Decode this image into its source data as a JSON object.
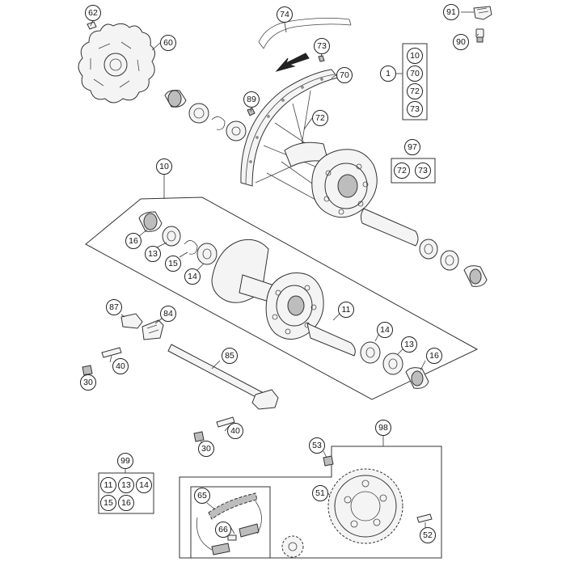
{
  "callouts": [
    {
      "id": "c62",
      "label": "62"
    },
    {
      "id": "c60",
      "label": "60"
    },
    {
      "id": "c74",
      "label": "74"
    },
    {
      "id": "c73a",
      "label": "73"
    },
    {
      "id": "c70a",
      "label": "70"
    },
    {
      "id": "c89",
      "label": "89"
    },
    {
      "id": "c72a",
      "label": "72"
    },
    {
      "id": "c91",
      "label": "91"
    },
    {
      "id": "c90",
      "label": "90"
    },
    {
      "id": "c1",
      "label": "1"
    },
    {
      "id": "c97",
      "label": "97"
    },
    {
      "id": "c10",
      "label": "10"
    },
    {
      "id": "c16a",
      "label": "16"
    },
    {
      "id": "c13a",
      "label": "13"
    },
    {
      "id": "c15a",
      "label": "15"
    },
    {
      "id": "c14a",
      "label": "14"
    },
    {
      "id": "c87",
      "label": "87"
    },
    {
      "id": "c84",
      "label": "84"
    },
    {
      "id": "c11",
      "label": "11"
    },
    {
      "id": "c14b",
      "label": "14"
    },
    {
      "id": "c13b",
      "label": "13"
    },
    {
      "id": "c16b",
      "label": "16"
    },
    {
      "id": "c40a",
      "label": "40"
    },
    {
      "id": "c30a",
      "label": "30"
    },
    {
      "id": "c85",
      "label": "85"
    },
    {
      "id": "c40b",
      "label": "40"
    },
    {
      "id": "c30b",
      "label": "30"
    },
    {
      "id": "c98",
      "label": "98"
    },
    {
      "id": "c53",
      "label": "53"
    },
    {
      "id": "c99",
      "label": "99"
    },
    {
      "id": "c65",
      "label": "65"
    },
    {
      "id": "c51",
      "label": "51"
    },
    {
      "id": "c66",
      "label": "66"
    },
    {
      "id": "c52",
      "label": "52"
    }
  ],
  "kits": [
    {
      "id": "kit1",
      "labels": [
        "10",
        "70",
        "72",
        "73"
      ]
    },
    {
      "id": "kit97",
      "labels": [
        "72",
        "73"
      ]
    },
    {
      "id": "kit99",
      "labels": [
        "11",
        "13",
        "14",
        "15",
        "16"
      ]
    }
  ]
}
